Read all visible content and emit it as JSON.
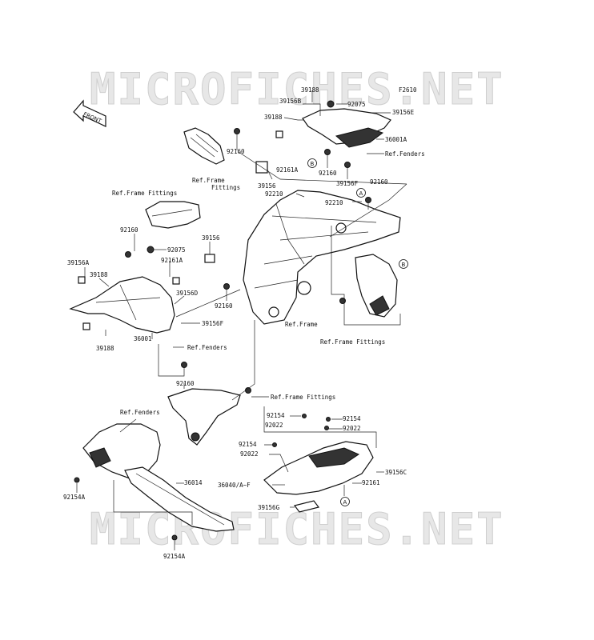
{
  "watermark": "MICROFICHES.NET",
  "figure_code": "F2610",
  "front_label": "FRONT",
  "callout_letters": [
    "A",
    "B"
  ],
  "labels": {
    "l_39188_top": "39188",
    "l_39156b": "39156B",
    "l_92075_top": "92075",
    "l_39156e": "39156E",
    "l_39188_mid": "39188",
    "l_36001a": "36001A",
    "l_ref_fenders_top": "Ref.Fenders",
    "l_92160_a": "92160",
    "l_ref_frame_fittings_1a": "Ref.Frame",
    "l_ref_frame_fittings_1b": "Fittings",
    "l_92161a_top": "92161A",
    "l_92160_b": "92160",
    "l_39156f_top": "39156F",
    "l_39156_top": "39156",
    "l_92210_a": "92210",
    "l_92210_b": "92210",
    "l_92160_c": "92160",
    "l_ref_frame_fittings_2": "Ref.Frame Fittings",
    "l_92160_d": "92160",
    "l_92075_left": "92075",
    "l_39156_left": "39156",
    "l_92161a_left": "92161A",
    "l_39156a": "39156A",
    "l_39188_left": "39188",
    "l_39156d": "39156D",
    "l_92160_e": "92160",
    "l_39156f_left": "39156F",
    "l_36001": "36001",
    "l_39188_bottom": "39188",
    "l_ref_fenders_mid": "Ref.Fenders",
    "l_ref_frame": "Ref.Frame",
    "l_ref_frame_fittings_3": "Ref.Frame Fittings",
    "l_92160_f": "92160",
    "l_ref_frame_fittings_4": "Ref.Frame Fittings",
    "l_ref_fenders_low": "Ref.Fenders",
    "l_92154_a": "92154",
    "l_92154_b": "92154",
    "l_92022_a": "92022",
    "l_92154_c": "92154",
    "l_92022_b": "92022",
    "l_92022_c": "92022",
    "l_36014": "36014",
    "l_39156c": "39156C",
    "l_36040": "36040/A~F",
    "l_92161": "92161",
    "l_92154a_left": "92154A",
    "l_39156g": "39156G",
    "l_92154a_bottom": "92154A"
  }
}
